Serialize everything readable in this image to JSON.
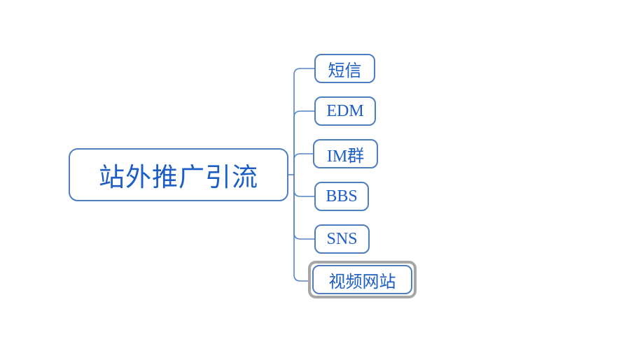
{
  "diagram": {
    "type": "mindmap",
    "root": {
      "label": "站外推广引流"
    },
    "children": [
      {
        "label": "短信",
        "selected": false
      },
      {
        "label": "EDM",
        "selected": false
      },
      {
        "label": "IM群",
        "selected": false
      },
      {
        "label": "BBS",
        "selected": false
      },
      {
        "label": "SNS",
        "selected": false
      },
      {
        "label": "视频网站",
        "selected": true
      }
    ]
  },
  "colors": {
    "node_border": "#4e7dc0",
    "node_text": "#1c5ec6",
    "connector": "#5585c5",
    "selection_ring": "#a6a6a6",
    "background": "#ffffff"
  }
}
